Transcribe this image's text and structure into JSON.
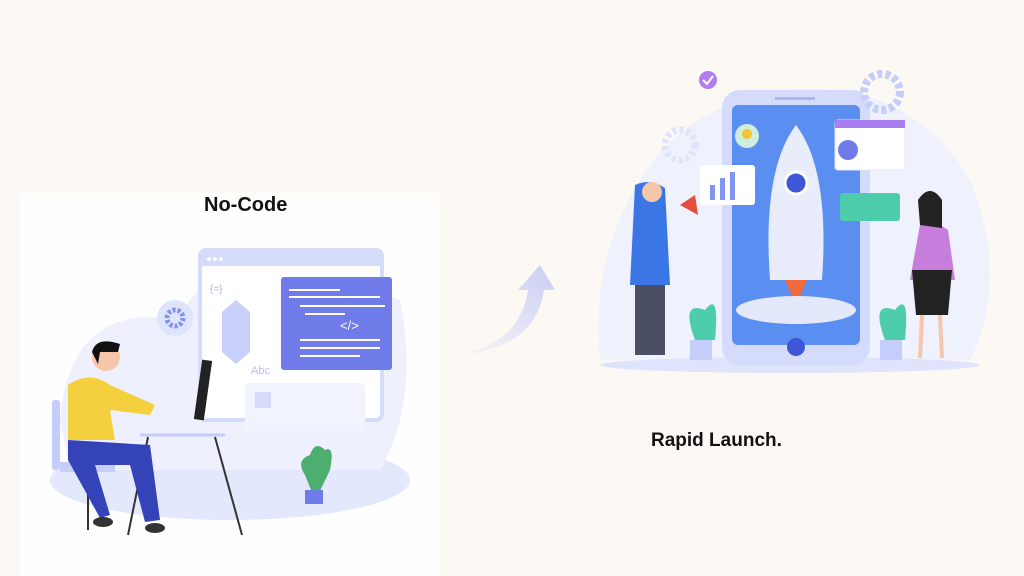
{
  "left_panel": {
    "label": "No-Code",
    "illustration_text": {
      "code_tag": "</>",
      "abc": "Abc",
      "braces": "{=}"
    }
  },
  "right_panel": {
    "label": "Rapid Launch."
  },
  "colors": {
    "background": "#fcf8f3",
    "accent": "#6f7be8",
    "shirt": "#f4d03f",
    "pants": "#3443b8"
  }
}
